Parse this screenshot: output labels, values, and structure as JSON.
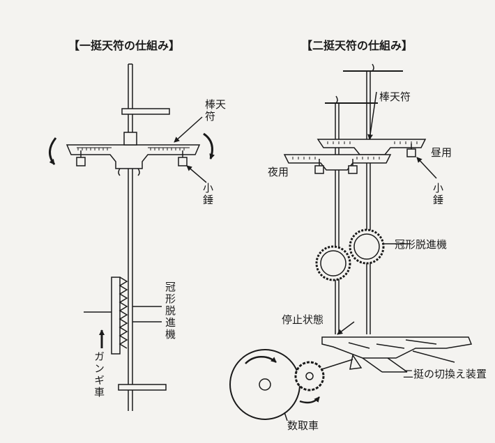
{
  "left": {
    "title": "【一挺天符の仕組み】",
    "labels": {
      "bar_balance": "棒天符",
      "small_weight": "小錘",
      "crown_escapement": "冠形脱進機",
      "ratchet_wheel": "ガンギ車"
    }
  },
  "right": {
    "title": "【二挺天符の仕組み】",
    "labels": {
      "bar_balance": "棒天符",
      "daytime": "昼用",
      "nighttime": "夜用",
      "small_weight": "小錘",
      "crown_escapement": "冠形脱進機",
      "stopped_state": "停止状態",
      "switch_device": "二挺の切換え装置",
      "count_wheel": "数取車"
    }
  },
  "colors": {
    "ink": "#1a1a1a",
    "paper": "#f4f3f0"
  }
}
